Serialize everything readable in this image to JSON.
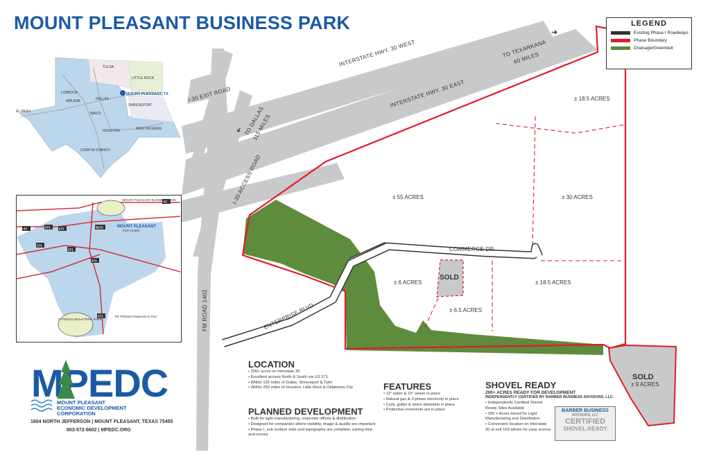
{
  "title": "MOUNT PLEASANT BUSINESS PARK",
  "legend": {
    "title": "LEGEND",
    "items": [
      {
        "label": "Existing Phase I Roadways",
        "color": "#333333"
      },
      {
        "label": "Phase Boundary",
        "color": "#e01b2a"
      },
      {
        "label": "Drainage/Greenbelt",
        "color": "#5a8a3a"
      }
    ]
  },
  "roads": {
    "i30_west": "INTERSTATE HWY. 30 WEST",
    "i30_east": "INTERSTATE HWY. 30 EAST",
    "exit_road": "I-30 EXIT ROAD",
    "access_road": "I-30 ACCESS ROAD",
    "to_dallas_1": "TO DALLAS",
    "to_dallas_2": "115 MILES",
    "to_texarkana_1": "TO TEXARKANA",
    "to_texarkana_2": "60 MILES",
    "fm_road": "FM ROAD 1402",
    "commerce": "COMMERCE DR.",
    "enterprise": "ENTERPRISE BLVD."
  },
  "parcels": {
    "a18_5_top": "± 18.5 ACRES",
    "a55": "± 55 ACRES",
    "a30": "± 30 ACRES",
    "a6": "± 6 ACRES",
    "sold1": "SOLD",
    "a6_5": "± 6.5 ACRES",
    "a18_5_bottom": "± 18.5 ACRES",
    "sold2": "SOLD",
    "sold2_acres": "± 9 ACRES"
  },
  "texas_map": {
    "cities": [
      "TULSA",
      "LITTLE ROCK",
      "LUBBOCK",
      "DALLAS",
      "SHREVEPORT",
      "ABILENE",
      "WACO",
      "EL PASO",
      "HOUSTON",
      "NEW ORLEANS",
      "CORPUS CHRISTI"
    ],
    "highlight": "MOUNT PLEASANT, TX"
  },
  "area_map": {
    "business_park": "MOUNT PLEASANT BUSINESS PARK",
    "city": "MOUNT PLEASANT",
    "population": "POP 15,564",
    "industrial_park": "CYPRESS INDUSTRIAL PARK",
    "airport": "Mt. Pleasant Regional Air Port",
    "route_shields": [
      "67",
      "271",
      "67",
      "271",
      "271",
      "271",
      "271",
      "271",
      "B271"
    ]
  },
  "logo": {
    "text": "MPEDC",
    "org_1": "MOUNT PLEASANT",
    "org_2": "ECONOMIC DEVELOPMENT",
    "org_3": "CORPORATION"
  },
  "contact": {
    "address": "1604 NORTH JEFFERSON | MOUNT PLEASANT, TEXAS 75455",
    "phone_web": "903-572-6602 | MPEDC.ORG"
  },
  "location": {
    "heading": "LOCATION",
    "bullets": [
      "200+ acres on Interstate 30",
      "Excellent access North & South via US 271",
      "Within 125 miles of Dallas, Shreveport & Tyler",
      "Within 250 miles of Houston, Little Rock & Oklahoma City"
    ]
  },
  "planned": {
    "heading": "PLANNED DEVELOPMENT",
    "bullets": [
      "Built for light manufacturing, corporate offices & distribution",
      "Designed for companies where visibility, image & quality are important",
      "Phase I, sub surface soils and topography are complete, saving time and money"
    ]
  },
  "features": {
    "heading": "FEATURES",
    "bullets": [
      "12\" water & 10\" sewer in place",
      "Natural gas & 3-phase electricity in place",
      "Curb, gutter & storm detention in place",
      "Protective covenents are in place"
    ]
  },
  "shovel": {
    "heading": "SHOVEL READY",
    "sub1": "200+ ACRES READY FOR DEVELOPMENT",
    "sub2": "INDEPENDENTLY CERTIFIED BY BARBER BUSINESS ADVISORS, LLC.",
    "bullets": [
      "Independently Certified Shovel Ready Sites Available",
      "200 + Acres zoned for Light Manufacturing and Distribution",
      "Convenient location on Interstate 30 at exit 163 allows for easy access"
    ]
  },
  "badge": {
    "line1": "BARBER BUSINESS",
    "line2": "ADVISORS, LLC",
    "line3": "CERTIFIED",
    "line4": "SHOVEL-READY"
  }
}
